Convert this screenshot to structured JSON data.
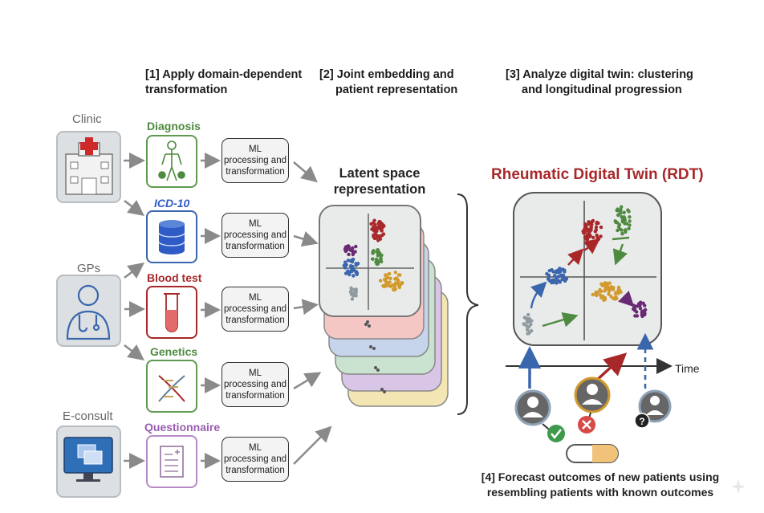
{
  "steps": {
    "step1": [
      "[1] Apply domain-dependent",
      "transformation"
    ],
    "step2": [
      "[2] Joint embedding and",
      "patient representation"
    ],
    "step3": [
      "[3] Analyze digital twin: clustering",
      "and longitudinal progression"
    ],
    "step4": [
      "[4] Forecast outcomes of new patients using",
      "resembling patients with known outcomes"
    ]
  },
  "sources": {
    "clinic": {
      "label": "Clinic",
      "icon": "hospital-icon"
    },
    "gps": {
      "label": "GPs",
      "icon": "doctor-icon"
    },
    "econsult": {
      "label": "E-consult",
      "icon": "computer-screens-icon"
    }
  },
  "domains": {
    "diagnosis": {
      "label": "Diagnosis",
      "color": "#4e8a3f",
      "icon": "body-diagram-icon"
    },
    "icd10": {
      "label": "ICD-10",
      "color": "#2f5bc7",
      "icon": "database-icon"
    },
    "blood": {
      "label": "Blood test",
      "color": "#a8282a",
      "icon": "test-tube-icon"
    },
    "genetics": {
      "label": "Genetics",
      "color": "#4e8a3f",
      "icon": "dna-icon"
    },
    "questionnaire": {
      "label": "Questionnaire",
      "color": "#9a5cb0",
      "icon": "document-icon"
    }
  },
  "ml_box": {
    "line1": "ML",
    "line2": "processing and",
    "line3": "transformation"
  },
  "latent": {
    "title": [
      "Latent space",
      "representation"
    ],
    "layer_colors": [
      "#f3e6b3",
      "#d9c6e6",
      "#c9e3d0",
      "#c6d5ec",
      "#f5c7c4"
    ]
  },
  "rdt": {
    "title": "Rheumatic Digital Twin (RDT)",
    "time_label": "Time"
  },
  "colors": {
    "red": "#a8282a",
    "green": "#4e8a3f",
    "blue": "#3a66ad",
    "purple": "#6a2a73",
    "orange": "#d29a2c",
    "gray": "#8f9ba0"
  }
}
